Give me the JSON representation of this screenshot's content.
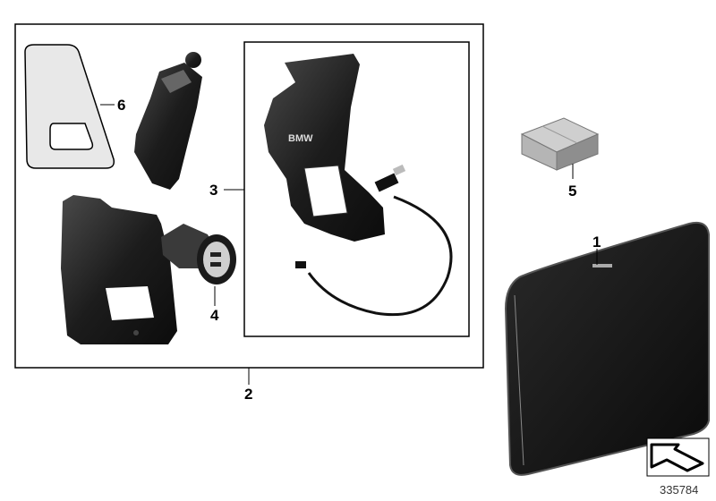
{
  "diagram": {
    "part_labels": {
      "phone": "1",
      "kit_frame": "2",
      "cradle_with_cable": "3",
      "car_charger": "4",
      "box": "5",
      "cover_plate": "6"
    },
    "cradle_brand": "BMW",
    "diagram_number": "335784",
    "colors": {
      "line": "#000000",
      "part_dark": "#1a1a1a",
      "box_gray": "#a9a9a9"
    }
  }
}
